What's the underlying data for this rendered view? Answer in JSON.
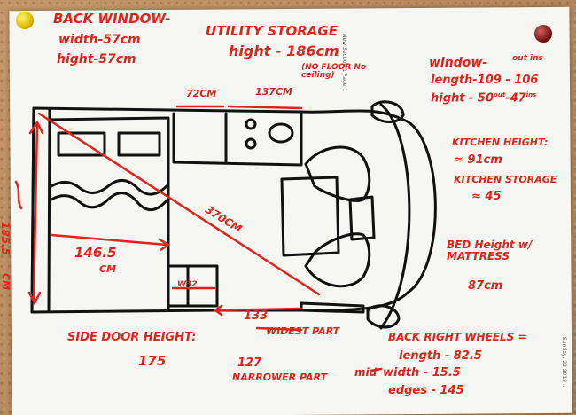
{
  "back_window": {
    "title": "BACK WINDOW-",
    "width": "width-57cm",
    "height": "hight-57cm"
  },
  "utility_storage": {
    "title": "UTILITY STORAGE",
    "height": "hight - 186cm",
    "note": "(NO FLOOR No\nceiling)"
  },
  "window": {
    "title": "window-",
    "length": "length-109 - 106",
    "out_ins": "out ins",
    "height": "hight - 50",
    "height_out": "out",
    "height_in": "47",
    "height_ins": "ins"
  },
  "kitchen_height": {
    "title": "KITCHEN HEIGHT:",
    "value": "≈ 91cm"
  },
  "kitchen_storage": {
    "title": "KITCHEN STORAGE",
    "value": "≈ 45"
  },
  "bed_height": {
    "title": "BED Height w/\nMATTRESS",
    "value": "87cm"
  },
  "side_door": {
    "title": "SIDE DOOR HEIGHT:",
    "value": "175"
  },
  "widest": {
    "value": "133",
    "label": "WIDEST PART"
  },
  "narrower": {
    "value": "127",
    "label": "NARROWER PART"
  },
  "back_right": {
    "title": "BACK RIGHT WHEELS =",
    "length": "length - 82.5",
    "mid": "mid",
    "width": "width - 15.5",
    "edges": "edges - 145"
  },
  "dims": {
    "d72": "72CM",
    "d137": "137CM",
    "d370": "370CM",
    "d1465": "146.5",
    "cm": "CM",
    "d185": "185.5",
    "cm_left": "CM",
    "door_small": "W32"
  },
  "printed": {
    "header": "New Section 1 Page 1",
    "footer": "Sunday, 22 2018 ..."
  }
}
